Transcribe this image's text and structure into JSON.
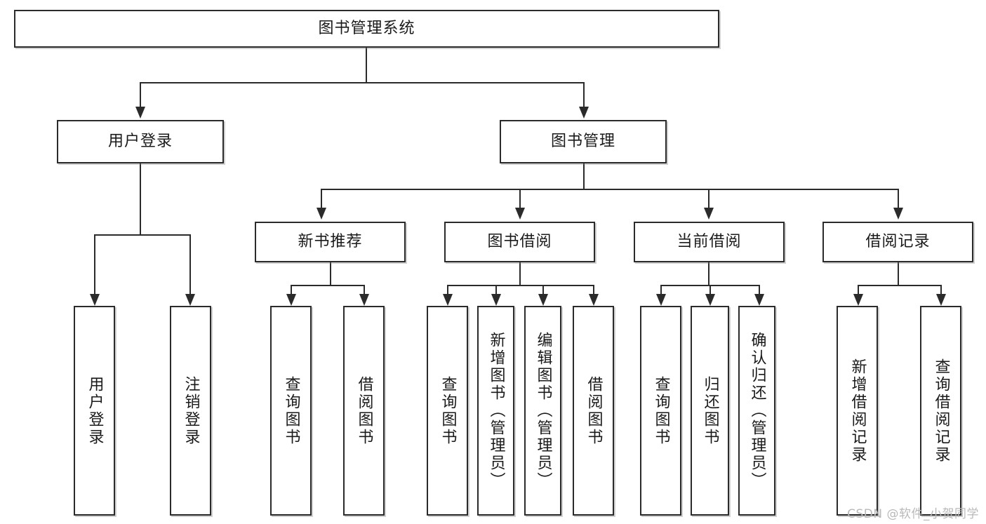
{
  "diagram": {
    "type": "tree-hierarchy-chart",
    "title": "图书管理系统",
    "orientation": "top-down",
    "colors": {
      "box_border": "#2b2b2b",
      "box_fill": "#ffffff",
      "connector": "#2b2b2b",
      "text": "#1a1a1a",
      "watermark": "#b9b9b9",
      "background": "#ffffff"
    }
  },
  "root": {
    "label": "图书管理系统"
  },
  "level2": [
    {
      "id": "user-login",
      "label": "用户登录"
    },
    {
      "id": "book-management",
      "label": "图书管理"
    }
  ],
  "level3": [
    {
      "id": "new-book-recommend",
      "label": "新书推荐",
      "parent": "book-management"
    },
    {
      "id": "book-borrow",
      "label": "图书借阅",
      "parent": "book-management"
    },
    {
      "id": "current-borrow",
      "label": "当前借阅",
      "parent": "book-management"
    },
    {
      "id": "borrow-record",
      "label": "借阅记录",
      "parent": "book-management"
    }
  ],
  "leaves": {
    "user-login": [
      {
        "id": "leaf-user-login",
        "label": "用户登录"
      },
      {
        "id": "leaf-logout",
        "label": "注销登录"
      }
    ],
    "new-book-recommend": [
      {
        "id": "leaf-query-book-1",
        "label": "查询图书"
      },
      {
        "id": "leaf-borrow-book-1",
        "label": "借阅图书"
      }
    ],
    "book-borrow": [
      {
        "id": "leaf-query-book-2",
        "label": "查询图书"
      },
      {
        "id": "leaf-add-book",
        "label": "新增图书（管理员）"
      },
      {
        "id": "leaf-edit-book",
        "label": "编辑图书（管理员）"
      },
      {
        "id": "leaf-borrow-book-2",
        "label": "借阅图书"
      }
    ],
    "current-borrow": [
      {
        "id": "leaf-query-book-3",
        "label": "查询图书"
      },
      {
        "id": "leaf-return-book",
        "label": "归还图书"
      },
      {
        "id": "leaf-confirm-return",
        "label": "确认归还（管理员）"
      }
    ],
    "borrow-record": [
      {
        "id": "leaf-add-record",
        "label": "新增借阅记录"
      },
      {
        "id": "leaf-query-record",
        "label": "查询借阅记录"
      }
    ]
  },
  "watermark": {
    "text": "CSDN @软件_小贺同学"
  }
}
